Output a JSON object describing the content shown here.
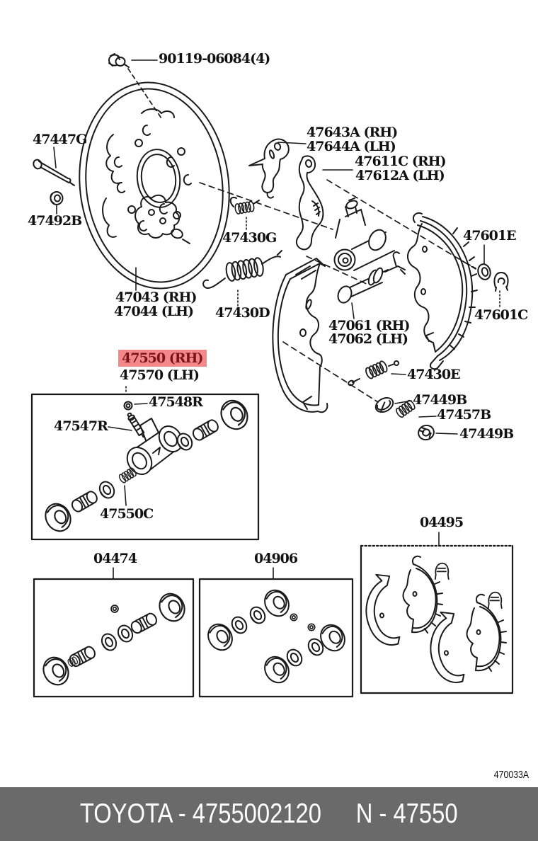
{
  "diagram": {
    "type": "toyota-parts-catalog-figure",
    "sheet_code": "470033A",
    "highlighted_part": "47550 (RH)"
  },
  "labels": {
    "bolt": "90119-06084(4)",
    "pin": "47447G",
    "grommet": "47492B",
    "plate_rh": "47043 (RH)",
    "plate_lh": "47044 (LH)",
    "lever_rh": "47643A (RH)",
    "lever_lh": "47644A (LH)",
    "adjust_lever_rh": "47611C (RH)",
    "adjust_lever_lh": "47612A (LH)",
    "spring_g": "47430G",
    "spring_d": "47430D",
    "cylinder_rh": "47061 (RH)",
    "cylinder_lh": "47062 (LH)",
    "washer_e": "47601E",
    "clip_c": "47601C",
    "cyl_assy_rh": "47550 (RH)",
    "cyl_assy_lh": "47570 (LH)",
    "cap": "47548R",
    "bleeder": "47547R",
    "cup_spring": "47550C",
    "spring_e": "47430E",
    "washer_b1": "47449B",
    "spring_457": "47457B",
    "washer_b2": "47449B",
    "kit_cylinder": "04474",
    "kit_cup": "04906",
    "kit_shoe": "04495"
  },
  "footer": {
    "brand_code": "TOYOTA - 4755002120",
    "part_ref": "N - 47550"
  },
  "colors": {
    "line": "#1a1a1a",
    "highlight_bg": "#f4878a",
    "highlight_text": "#7a1216",
    "footer_bg": "#6a6a6a"
  }
}
